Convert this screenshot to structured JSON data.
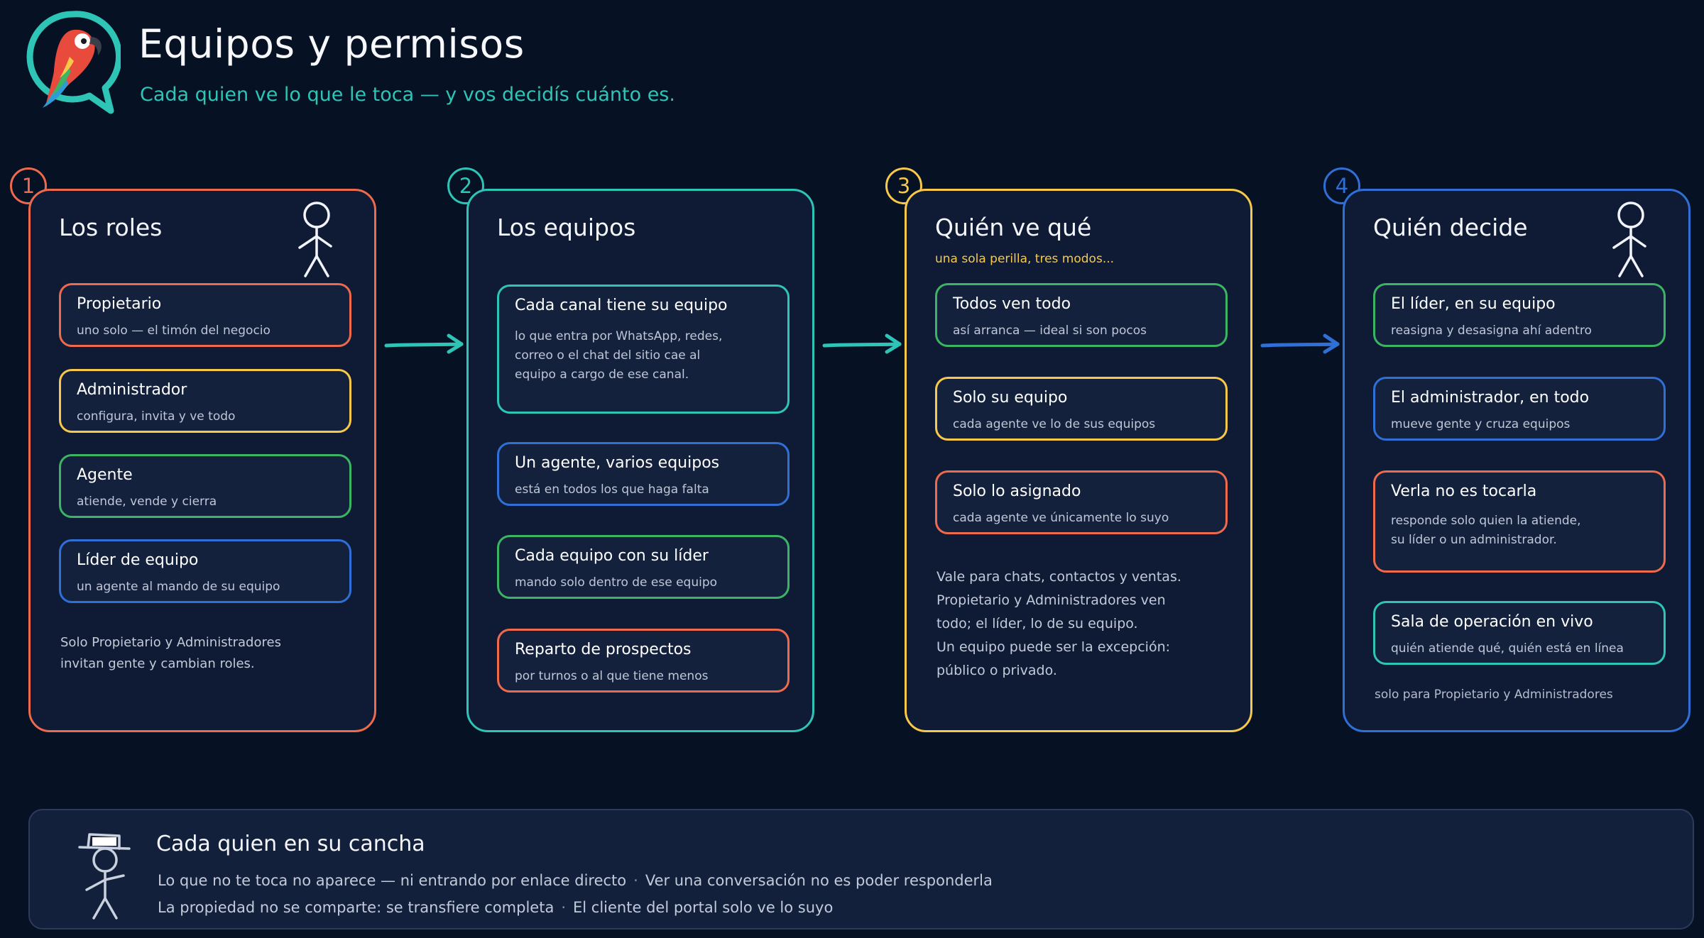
{
  "header": {
    "title": "Equipos y permisos",
    "subtitle": "Cada quien ve lo que le toca — y vos decidís cuánto es."
  },
  "colors": {
    "background": "#061124",
    "panel": "#0f1b35",
    "red": "#ee6a4c",
    "teal": "#2ec4b6",
    "yellow": "#f7c84a",
    "blue": "#2f6fd6",
    "green": "#3bb463"
  },
  "panels": [
    {
      "number": "1",
      "title": "Los roles",
      "cards": [
        {
          "title": "Propietario",
          "text": "uno solo — el timón del negocio"
        },
        {
          "title": "Administrador",
          "text": "configura, invita y ve todo"
        },
        {
          "title": "Agente",
          "text": "atiende, vende y cierra"
        },
        {
          "title": "Líder de equipo",
          "text": "un agente al mando de su equipo"
        }
      ],
      "note": "Solo Propietario y Administradores\ninvitan gente y cambian roles."
    },
    {
      "number": "2",
      "title": "Los equipos",
      "cards": [
        {
          "title": "Cada canal tiene su equipo",
          "text": "lo que entra por WhatsApp, redes,\ncorreo o el chat del sitio cae al\nequipo a cargo de ese canal."
        },
        {
          "title": "Un agente, varios equipos",
          "text": "está en todos los que haga falta"
        },
        {
          "title": "Cada equipo con su líder",
          "text": "mando solo dentro de ese equipo"
        },
        {
          "title": "Reparto de prospectos",
          "text": "por turnos o al que tiene menos"
        }
      ]
    },
    {
      "number": "3",
      "title": "Quién ve qué",
      "tagline": "una sola perilla, tres modos...",
      "cards": [
        {
          "title": "Todos ven todo",
          "text": "así arranca — ideal si son pocos"
        },
        {
          "title": "Solo su equipo",
          "text": "cada agente ve lo de sus equipos"
        },
        {
          "title": "Solo lo asignado",
          "text": "cada agente ve únicamente lo suyo"
        }
      ],
      "note": "Vale para chats, contactos y ventas.\nPropietario y Administradores ven\ntodo; el líder, lo de su equipo.\nUn equipo puede ser la excepción:\npúblico o privado."
    },
    {
      "number": "4",
      "title": "Quién decide",
      "cards": [
        {
          "title": "El líder, en su equipo",
          "text": "reasigna y desasigna ahí adentro"
        },
        {
          "title": "El administrador, en todo",
          "text": "mueve gente y cruza equipos"
        },
        {
          "title": "Verla no es tocarla",
          "text": "responde solo quien la atiende,\nsu líder o un administrador."
        },
        {
          "title": "Sala de operación en vivo",
          "text": "quién atiende qué, quién está en línea"
        }
      ],
      "note": "solo para Propietario y Administradores"
    }
  ],
  "footer": {
    "title": "Cada quien en su cancha",
    "line1_a": "Lo que no te toca no aparece — ni entrando por enlace directo",
    "line1_b": "Ver una conversación no es poder responderla",
    "line2_a": "La propiedad no se comparte: se transfiere completa",
    "line2_b": "El cliente del portal solo ve lo suyo",
    "separator": "·"
  }
}
